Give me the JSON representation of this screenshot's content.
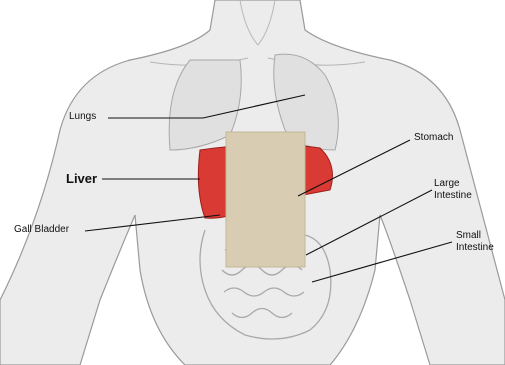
{
  "diagram": {
    "labels": {
      "lungs": "Lungs",
      "liver": "Liver",
      "gall_bladder": "Gall Bladder",
      "stomach": "Stomach",
      "large_intestine_line1": "Large",
      "large_intestine_line2": "Intestine",
      "small_intestine_line1": "Small",
      "small_intestine_line2": "Intestine"
    },
    "colors": {
      "background": "#ffffff",
      "body": "#ececec",
      "outline": "#9a9a9a",
      "liver": "#d93a33",
      "patch": "#d8cdb2",
      "leader_line": "#111111"
    }
  }
}
